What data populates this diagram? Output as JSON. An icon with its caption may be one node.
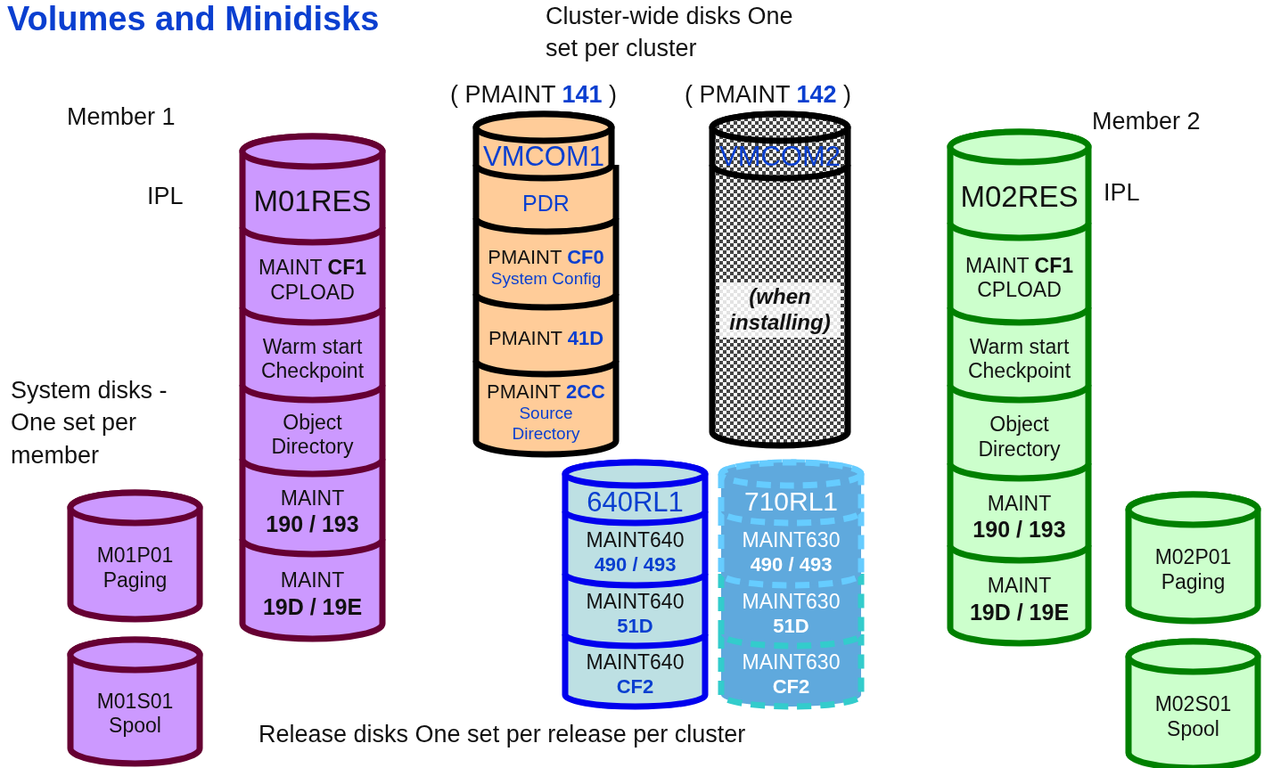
{
  "diagram": {
    "title": "Volumes and Minidisks",
    "nodes": [
      {
        "text": [
          "M01RES"
        ]
      },
      {
        "text": [
          "MAINT **CF1**",
          "CPLOAD"
        ]
      },
      {
        "text": [
          "Warm start Checkpoint"
        ]
      },
      {
        "text": [
          "Object Directory"
        ]
      },
      {
        "text": [
          "MAINT",
          "190 / 193"
        ]
      },
      {
        "text": [
          "MAINT",
          "19D / 19E"
        ]
      },
      {
        "text": [
          "M01P01",
          "Paging"
        ]
      },
      {
        "text": [
          "M01S01",
          "Spool"
        ]
      },
      {
        "text": [
          "VMCOM1"
        ]
      },
      {
        "text": [
          "PDR"
        ]
      },
      {
        "text": [
          "PMAINT **CF0**",
          "System Config"
        ]
      },
      {
        "text": [
          "PMAINT **41D**"
        ]
      },
      {
        "text": [
          "PMAINT **2CC**",
          "Source Directory"
        ]
      },
      {
        "text": [
          "VMCOM2"
        ]
      },
      {
        "text": [
          "(when installing)"
        ]
      },
      {
        "text": [
          "640RL1"
        ]
      },
      {
        "text": [
          "MAINT640",
          "490 / 493"
        ]
      },
      {
        "text": [
          "MAINT640",
          "51D"
        ]
      },
      {
        "text": [
          "MAINT640",
          "CF2"
        ]
      },
      {
        "text": [
          "710RL1"
        ]
      },
      {
        "text": [
          "MAINT630",
          "490 / 493"
        ]
      },
      {
        "text": [
          "MAINT630",
          "51D"
        ]
      },
      {
        "text": [
          "MAINT630",
          "CF2"
        ]
      },
      {
        "text": [
          "M02RES"
        ]
      },
      {
        "text": [
          "MAINT **CF1**",
          "CPLOAD"
        ]
      },
      {
        "text": [
          "Warm start Checkpoint"
        ]
      },
      {
        "text": [
          "Object Directory"
        ]
      },
      {
        "text": [
          "MAINT",
          "190 / 193"
        ]
      },
      {
        "text": [
          "MAINT",
          "19D / 19E"
        ]
      },
      {
        "text": [
          "M02P01",
          "Paging"
        ]
      },
      {
        "text": [
          "M02S01",
          "Spool"
        ]
      }
    ],
    "labels": [
      "Member 1",
      "IPL",
      "System disks - One set per member",
      "Cluster-wide disks One set per cluster",
      "( PMAINT **141** )",
      "( PMAINT **142** )",
      "Member 2",
      "IPL",
      "Release disks One set per release per cluster"
    ]
  }
}
